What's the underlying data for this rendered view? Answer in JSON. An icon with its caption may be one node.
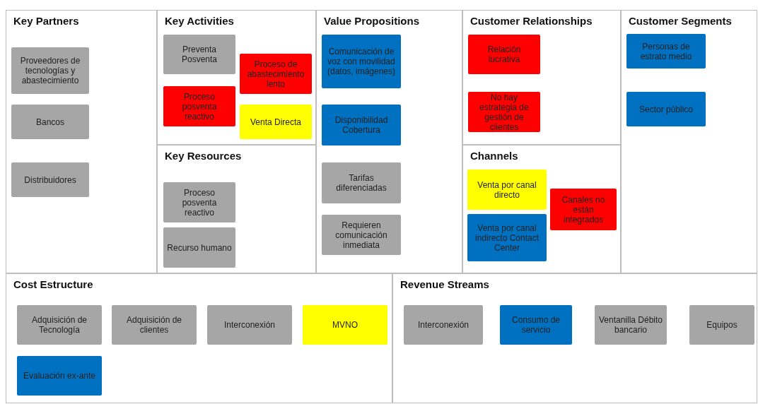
{
  "diagram": {
    "nodes": [
      {
        "text": [
          "Key Partners"
        ]
      },
      {
        "text": [
          "Proveedores de tecnologías y abastecimiento"
        ],
        "in": 0
      },
      {
        "text": [
          "Bancos"
        ],
        "in": 0
      },
      {
        "text": [
          "Distribuidores"
        ],
        "in": 0
      },
      {
        "text": [
          "Key Activities"
        ]
      },
      {
        "text": [
          "Preventa Posventa"
        ],
        "in": 4
      },
      {
        "text": [
          "Proceso de abastecimiento lento"
        ],
        "in": 4
      },
      {
        "text": [
          "Proceso posventa reactivo"
        ],
        "in": 4
      },
      {
        "text": [
          "Venta Directa"
        ],
        "in": 4
      },
      {
        "text": [
          "Key Resources"
        ]
      },
      {
        "text": [
          "Proceso posventa reactivo"
        ],
        "in": 9
      },
      {
        "text": [
          "Recurso humano"
        ],
        "in": 9
      },
      {
        "text": [
          "Value Propositions"
        ]
      },
      {
        "text": [
          "Comunicación de voz con movilidad (datos, imágenes)"
        ],
        "in": 12
      },
      {
        "text": [
          "Disponibilidad Cobertura"
        ],
        "in": 12
      },
      {
        "text": [
          "Tarifas diferenciadas"
        ],
        "in": 12
      },
      {
        "text": [
          "Requieren comunicación inmediata"
        ],
        "in": 12
      },
      {
        "text": [
          "Customer Relationships"
        ]
      },
      {
        "text": [
          "Relación lucrativa"
        ],
        "in": 17
      },
      {
        "text": [
          "No hay estrategia de gestión de clientes"
        ],
        "in": 17
      },
      {
        "text": [
          "Channels"
        ]
      },
      {
        "text": [
          "Venta por canal directo"
        ],
        "in": 20
      },
      {
        "text": [
          "Venta por canal indirecto Contact Center"
        ],
        "in": 20
      },
      {
        "text": [
          "Canales no están integrados"
        ],
        "in": 20
      },
      {
        "text": [
          "Customer Segments"
        ]
      },
      {
        "text": [
          "Personas de estrato medio"
        ],
        "in": 24
      },
      {
        "text": [
          "Sector público"
        ],
        "in": 24
      },
      {
        "text": [
          "Cost Estructure"
        ]
      },
      {
        "text": [
          "Adquisición de Tecnología"
        ],
        "in": 27
      },
      {
        "text": [
          "Adquisición de clientes"
        ],
        "in": 27
      },
      {
        "text": [
          "Interconexión"
        ],
        "in": 27
      },
      {
        "text": [
          "MVNO"
        ],
        "in": 27
      },
      {
        "text": [
          "Evaluación ex-ante"
        ],
        "in": 27
      },
      {
        "text": [
          "Revenue Streams"
        ]
      },
      {
        "text": [
          "Interconexión"
        ],
        "in": 33
      },
      {
        "text": [
          "Consumo de servicio"
        ],
        "in": 33
      },
      {
        "text": [
          "Ventanilla Débito bancario"
        ],
        "in": 33
      },
      {
        "text": [
          "Equipos"
        ],
        "in": 33
      }
    ]
  }
}
